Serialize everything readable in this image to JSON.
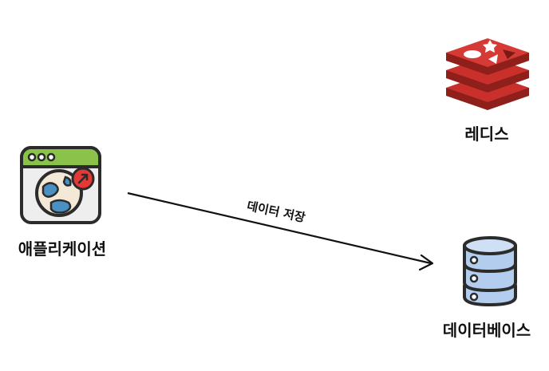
{
  "nodes": {
    "application": {
      "label": "애플리케이션",
      "icon": "browser-globe-icon"
    },
    "redis": {
      "label": "레디스",
      "icon": "redis-icon"
    },
    "database": {
      "label": "데이터베이스",
      "icon": "database-icon"
    }
  },
  "edges": [
    {
      "from": "application",
      "to": "database",
      "label": "데이터 저장"
    }
  ],
  "colors": {
    "browser_bar": "#8bc34a",
    "browser_frame": "#2b2b2b",
    "globe_ocean": "#f4e8d6",
    "globe_land": "#4a90c2",
    "badge": "#e53935",
    "redis_red": "#c9302c",
    "redis_dark": "#8e1f1a",
    "db_fill": "#b3cdef",
    "db_stroke": "#2b2b2b",
    "edge": "#111111"
  }
}
